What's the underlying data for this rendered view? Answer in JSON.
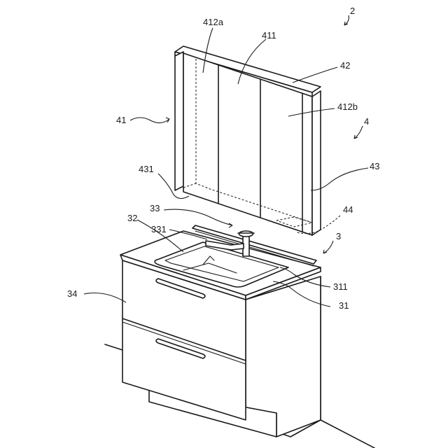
{
  "figure": {
    "labels": {
      "l2": "2",
      "l412a": "412a",
      "l411": "411",
      "l42": "42",
      "l412b": "412b",
      "l41": "41",
      "l4": "4",
      "l431": "431",
      "l43": "43",
      "l33": "33",
      "l44": "44",
      "l32": "32",
      "l331": "331",
      "l3": "3",
      "l34": "34",
      "l311": "311",
      "l31": "31"
    }
  }
}
